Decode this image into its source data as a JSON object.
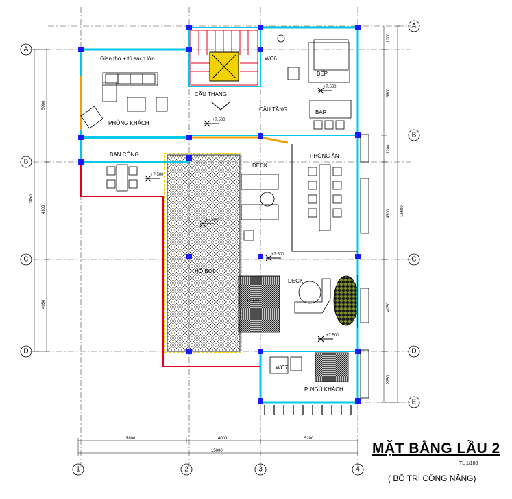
{
  "title": "MẶT BẰNG LẦU 2",
  "scale": "TL 1/100",
  "subtitle": "( BỐ TRÍ CÔNG NĂNG)",
  "grid_rows": [
    "A",
    "B",
    "C",
    "D",
    "E"
  ],
  "grid_cols": [
    "1",
    "2",
    "3",
    "4"
  ],
  "rooms": {
    "altar": "Gian thờ + tủ sách lớn",
    "living": "PHÒNG KHÁCH",
    "stair": "CẦU THANG",
    "wc6": "WC6",
    "kitchen": "BẾP",
    "bar": "BAR",
    "stair_landing": "CẦU TẦNG",
    "balcony": "BAN CÔNG",
    "deck1": "DECK",
    "dining": "PHÒNG ĂN",
    "pool": "HỒ BƠI",
    "deck2": "DECK",
    "wc7": "WC7",
    "guest": "P. NGỦ KHÁCH"
  },
  "levels": {
    "l1": "+7.500",
    "l2": "+7.500",
    "l3": "+7.500",
    "l4": "+7.500",
    "l5": "+7.500",
    "l6": "+7.500",
    "l7": "+7.500"
  },
  "dims": {
    "left_total": "13850",
    "left_a": "5000",
    "left_b": "4300",
    "left_c": "4050",
    "right_total": "15600",
    "right_1": "1000",
    "right_2": "3800",
    "right_3": "1200",
    "right_4": "4300",
    "right_5": "4050",
    "right_6": "2250",
    "bottom_1": "5800",
    "bottom_2": "4000",
    "bottom_3": "5200",
    "bottom_total": "15000"
  }
}
